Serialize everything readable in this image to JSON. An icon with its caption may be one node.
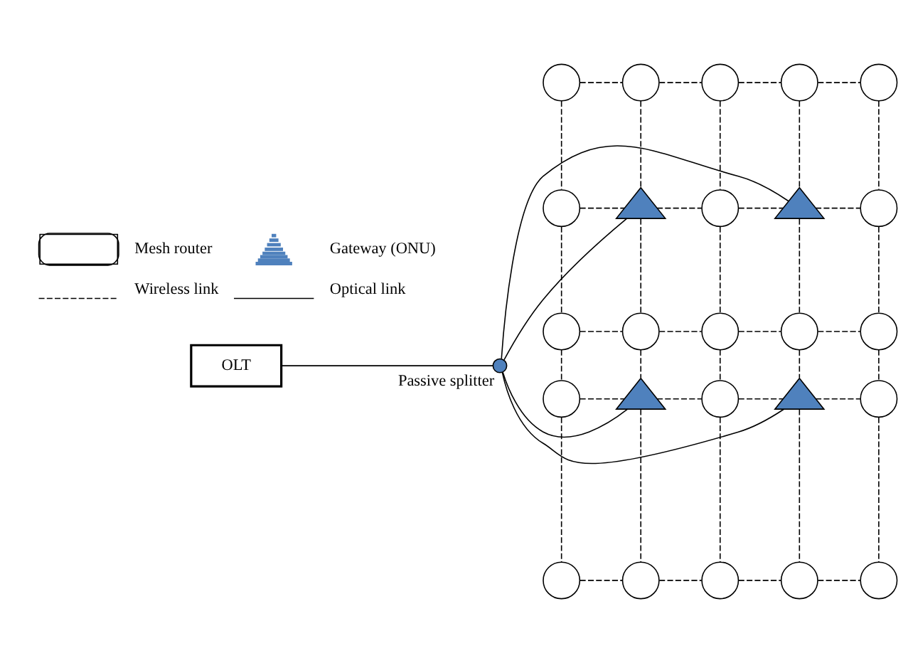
{
  "diagram": {
    "nodes": [
      {
        "text": [
          "OLT"
        ]
      },
      {
        "text": [],
        "shape": "circle",
        "beside": [
          "Passive splitter"
        ]
      },
      {
        "text": [],
        "shape": "circle"
      },
      {
        "text": [],
        "shape": "circle"
      },
      {
        "text": [],
        "shape": "circle"
      },
      {
        "text": [],
        "shape": "circle"
      },
      {
        "text": [],
        "shape": "circle"
      },
      {
        "text": [],
        "shape": "circle"
      },
      {
        "text": [],
        "shape": "triangle"
      },
      {
        "text": [],
        "shape": "circle"
      },
      {
        "text": [],
        "shape": "triangle"
      },
      {
        "text": [],
        "shape": "circle"
      },
      {
        "text": [],
        "shape": "circle"
      },
      {
        "text": [],
        "shape": "circle"
      },
      {
        "text": [],
        "shape": "circle"
      },
      {
        "text": [],
        "shape": "circle"
      },
      {
        "text": [],
        "shape": "circle"
      },
      {
        "text": [],
        "shape": "circle"
      },
      {
        "text": [],
        "shape": "triangle"
      },
      {
        "text": [],
        "shape": "circle"
      },
      {
        "text": [],
        "shape": "triangle"
      },
      {
        "text": [],
        "shape": "circle"
      },
      {
        "text": [],
        "shape": "circle"
      },
      {
        "text": [],
        "shape": "circle"
      },
      {
        "text": [],
        "shape": "circle"
      },
      {
        "text": [],
        "shape": "circle"
      },
      {
        "text": [],
        "shape": "circle"
      }
    ],
    "edges": [
      {
        "from": 0,
        "to": 1,
        "arrow": "none"
      },
      {
        "from": 1,
        "to": 8,
        "arrow": "none"
      },
      {
        "from": 1,
        "to": 10,
        "arrow": "none"
      },
      {
        "from": 1,
        "to": 18,
        "arrow": "none"
      },
      {
        "from": 1,
        "to": 20,
        "arrow": "none"
      },
      {
        "from": 2,
        "to": 3,
        "arrow": "none",
        "style": "dashed"
      },
      {
        "from": 3,
        "to": 4,
        "arrow": "none",
        "style": "dashed"
      },
      {
        "from": 4,
        "to": 5,
        "arrow": "none",
        "style": "dashed"
      },
      {
        "from": 5,
        "to": 6,
        "arrow": "none",
        "style": "dashed"
      },
      {
        "from": 7,
        "to": 8,
        "arrow": "none",
        "style": "dashed"
      },
      {
        "from": 8,
        "to": 9,
        "arrow": "none",
        "style": "dashed"
      },
      {
        "from": 9,
        "to": 10,
        "arrow": "none",
        "style": "dashed"
      },
      {
        "from": 10,
        "to": 11,
        "arrow": "none",
        "style": "dashed"
      },
      {
        "from": 12,
        "to": 13,
        "arrow": "none",
        "style": "dashed"
      },
      {
        "from": 13,
        "to": 14,
        "arrow": "none",
        "style": "dashed"
      },
      {
        "from": 14,
        "to": 15,
        "arrow": "none",
        "style": "dashed"
      },
      {
        "from": 15,
        "to": 16,
        "arrow": "none",
        "style": "dashed"
      },
      {
        "from": 17,
        "to": 18,
        "arrow": "none",
        "style": "dashed"
      },
      {
        "from": 18,
        "to": 19,
        "arrow": "none",
        "style": "dashed"
      },
      {
        "from": 19,
        "to": 20,
        "arrow": "none",
        "style": "dashed"
      },
      {
        "from": 20,
        "to": 21,
        "arrow": "none",
        "style": "dashed"
      },
      {
        "from": 22,
        "to": 23,
        "arrow": "none",
        "style": "dashed"
      },
      {
        "from": 23,
        "to": 24,
        "arrow": "none",
        "style": "dashed"
      },
      {
        "from": 24,
        "to": 25,
        "arrow": "none",
        "style": "dashed"
      },
      {
        "from": 25,
        "to": 26,
        "arrow": "none",
        "style": "dashed"
      },
      {
        "from": 2,
        "to": 7,
        "arrow": "none",
        "style": "dashed"
      },
      {
        "from": 7,
        "to": 12,
        "arrow": "none",
        "style": "dashed"
      },
      {
        "from": 12,
        "to": 17,
        "arrow": "none",
        "style": "dashed"
      },
      {
        "from": 17,
        "to": 22,
        "arrow": "none",
        "style": "dashed"
      },
      {
        "from": 3,
        "to": 8,
        "arrow": "none",
        "style": "dashed"
      },
      {
        "from": 8,
        "to": 13,
        "arrow": "none",
        "style": "dashed"
      },
      {
        "from": 13,
        "to": 18,
        "arrow": "none",
        "style": "dashed"
      },
      {
        "from": 18,
        "to": 23,
        "arrow": "none",
        "style": "dashed"
      },
      {
        "from": 4,
        "to": 9,
        "arrow": "none",
        "style": "dashed"
      },
      {
        "from": 9,
        "to": 14,
        "arrow": "none",
        "style": "dashed"
      },
      {
        "from": 14,
        "to": 19,
        "arrow": "none",
        "style": "dashed"
      },
      {
        "from": 19,
        "to": 24,
        "arrow": "none",
        "style": "dashed"
      },
      {
        "from": 5,
        "to": 10,
        "arrow": "none",
        "style": "dashed"
      },
      {
        "from": 10,
        "to": 15,
        "arrow": "none",
        "style": "dashed"
      },
      {
        "from": 15,
        "to": 20,
        "arrow": "none",
        "style": "dashed"
      },
      {
        "from": 20,
        "to": 25,
        "arrow": "none",
        "style": "dashed"
      },
      {
        "from": 6,
        "to": 11,
        "arrow": "none",
        "style": "dashed"
      },
      {
        "from": 11,
        "to": 16,
        "arrow": "none",
        "style": "dashed"
      },
      {
        "from": 16,
        "to": 21,
        "arrow": "none",
        "style": "dashed"
      },
      {
        "from": 21,
        "to": 26,
        "arrow": "none",
        "style": "dashed"
      }
    ],
    "legend": [
      {
        "text": "Mesh router"
      },
      {
        "text": "Gateway (ONU)"
      },
      {
        "text": "Wireless link"
      },
      {
        "text": "Optical link"
      }
    ]
  }
}
